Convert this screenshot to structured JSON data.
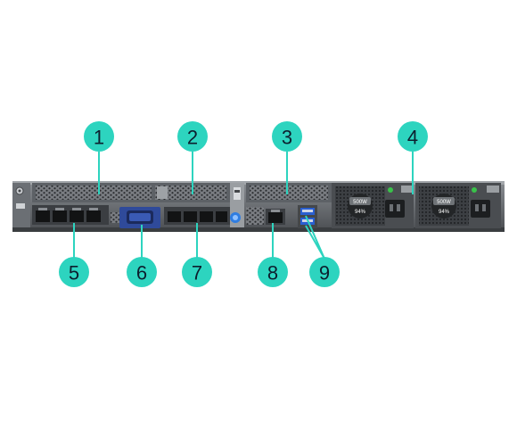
{
  "callouts": [
    {
      "number": "1",
      "component": "pcie-slot-1"
    },
    {
      "number": "2",
      "component": "pcie-slot-2"
    },
    {
      "number": "3",
      "component": "pcie-slot-3"
    },
    {
      "number": "4",
      "component": "power-supplies"
    },
    {
      "number": "5",
      "component": "nic-ports-left"
    },
    {
      "number": "6",
      "component": "vga-port"
    },
    {
      "number": "7",
      "component": "nic-ports-right"
    },
    {
      "number": "8",
      "component": "ilo-port"
    },
    {
      "number": "9",
      "component": "usb-ports"
    }
  ],
  "power_supplies": [
    {
      "label_top": "500W",
      "label_bottom": "94%"
    },
    {
      "label_top": "500W",
      "label_bottom": "94%"
    }
  ],
  "colors": {
    "callout_fill": "#2dd4bf",
    "leader_line": "#2dd4bf",
    "chassis": "#5a5e63",
    "vga_blue": "#2f4a9a",
    "uid_blue": "#2f7de1"
  }
}
